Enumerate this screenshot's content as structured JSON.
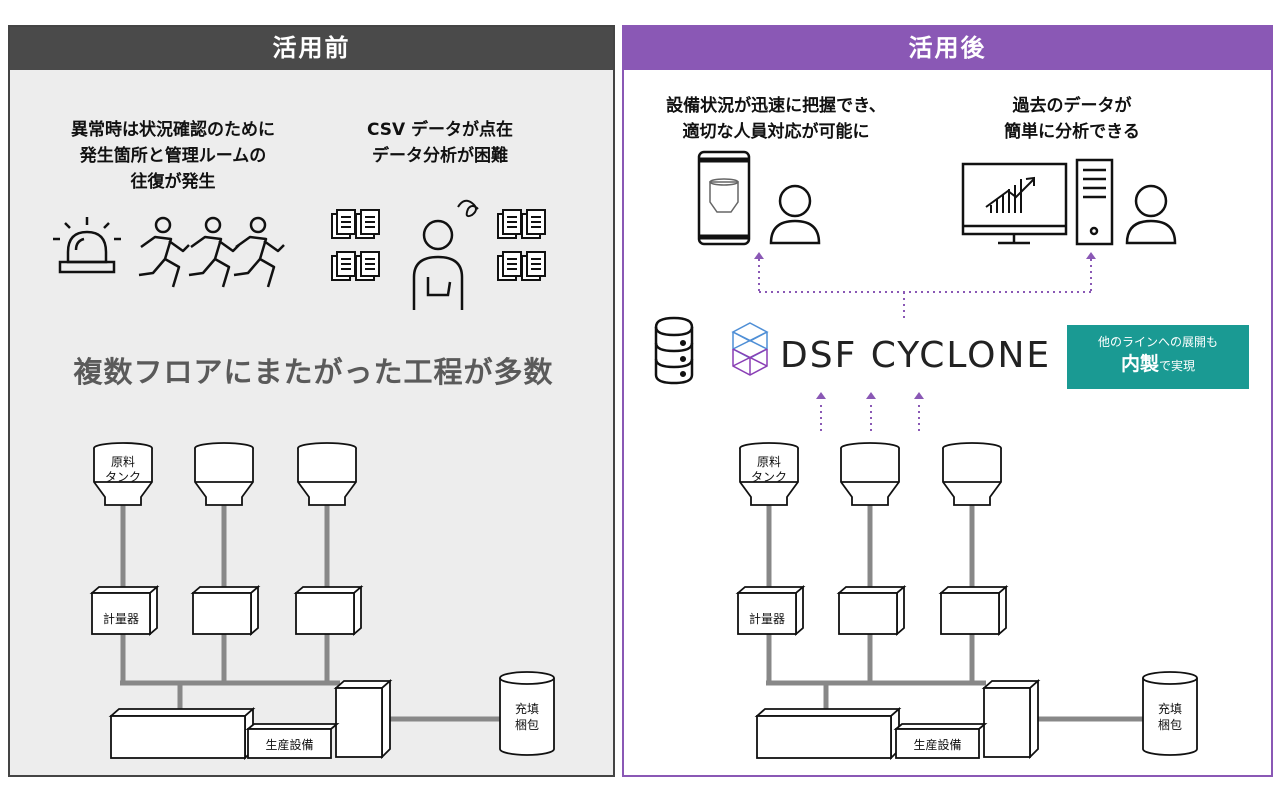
{
  "before": {
    "header": "活用前",
    "caption_left": [
      "異常時は状況確認のために",
      "発生箇所と管理ルームの",
      "往復が発生"
    ],
    "caption_right": [
      "CSV データが点在",
      "データ分析が困難"
    ],
    "big_text": "複数フロアにまたがった工程が多数",
    "tank_label": [
      "原料",
      "タンク"
    ],
    "meter_label": "計量器",
    "equipment_label": "生産設備",
    "packing_label": [
      "充填",
      "梱包"
    ]
  },
  "after": {
    "header": "活用後",
    "caption_left": [
      "設備状況が迅速に把握でき、",
      "適切な人員対応が可能に"
    ],
    "caption_right": [
      "過去のデータが",
      "簡単に分析できる"
    ],
    "logo_text": "DSF CYCLONE",
    "badge": {
      "line1": "他のラインへの展開も",
      "big": "内製",
      "small": "で実現"
    },
    "tank_label": [
      "原料",
      "タンク"
    ],
    "meter_label": "計量器",
    "equipment_label": "生産設備",
    "packing_label": [
      "充填",
      "梱包"
    ]
  },
  "colors": {
    "accent": "#8a58b5",
    "teal": "#1a9a93",
    "dark_header": "#4a4a4a",
    "panel_gray": "#ededed",
    "pipe": "#888888"
  },
  "icons": [
    "alarm-light-icon",
    "running-person-icon",
    "document-icon",
    "confused-person-icon",
    "smartphone-icon",
    "person-icon",
    "monitor-chart-icon",
    "pc-tower-icon",
    "database-icon",
    "dsf-cyclone-logo-icon"
  ]
}
